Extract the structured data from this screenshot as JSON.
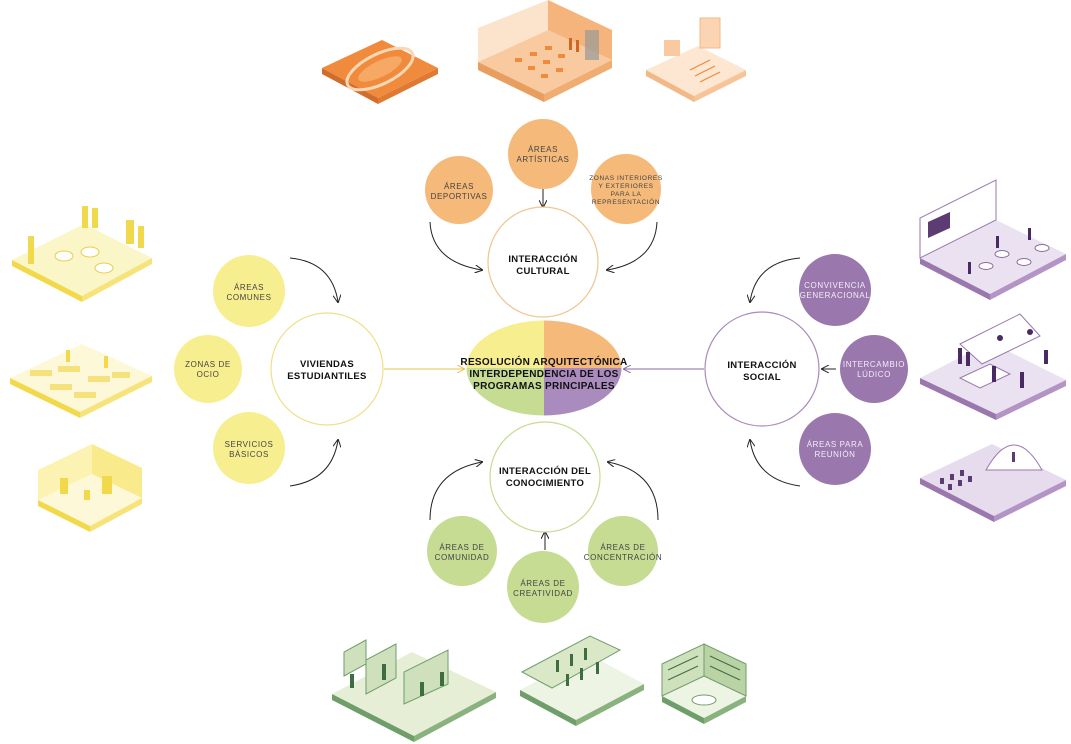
{
  "center": {
    "line1": "RESOLUCIÓN ARQUITECTÓNICA",
    "line2": "INTERDEPENDENCIA DE LOS",
    "line3": "PROGRAMAS PRINCIPALES"
  },
  "hubs": {
    "cultural": {
      "line1": "INTERACCIÓN",
      "line2": "CULTURAL"
    },
    "vivienda": {
      "line1": "VIVIENDAS",
      "line2": "ESTUDIANTILES"
    },
    "social": {
      "line1": "INTERACCIÓN",
      "line2": "SOCIAL"
    },
    "conocimiento": {
      "line1": "INTERACCIÓN DEL",
      "line2": "CONOCIMIENTO"
    }
  },
  "nodes": {
    "artisticas": [
      "ÁREAS",
      "ARTÍSTICAS"
    ],
    "deportivas": [
      "ÁREAS",
      "DEPORTIVAS"
    ],
    "representacion": [
      "ZONAS INTERIORES",
      "Y EXTERIORES",
      "PARA LA",
      "REPRESENTACIÓN"
    ],
    "comunes": [
      "ÁREAS",
      "COMUNES"
    ],
    "ocio": [
      "ZONAS DE",
      "OCIO"
    ],
    "basicos": [
      "SERVICIOS",
      "BÁSICOS"
    ],
    "convivencia": [
      "CONVIVENCIA",
      "GENERACIONAL"
    ],
    "ludico": [
      "INTERCAMBIO",
      "LÚDICO"
    ],
    "reunion": [
      "ÁREAS PARA",
      "REUNIÓN"
    ],
    "comunidad": [
      "ÁREAS DE",
      "COMUNIDAD"
    ],
    "creatividad": [
      "ÁREAS DE",
      "CREATIVIDAD"
    ],
    "concentracion": [
      "ÁREAS DE",
      "CONCENTRACIÓN"
    ]
  },
  "colors": {
    "orange": "#f5b97a",
    "orange_dark": "#f08a3c",
    "yellow": "#f7ee8f",
    "yellow_dark": "#f2d94b",
    "purple": "#9a77ad",
    "purple_light": "#d8cbe3",
    "green": "#c5dc92",
    "green_dark": "#6f9e6a",
    "line": "#222222"
  },
  "icons": [
    "stadium-illustration",
    "classroom-illustration",
    "stage-illustration",
    "housing-illustration",
    "lounge-illustration",
    "room-illustration",
    "cafe-illustration",
    "game-illustration",
    "dome-illustration",
    "office-illustration",
    "library-illustration",
    "study-illustration"
  ]
}
